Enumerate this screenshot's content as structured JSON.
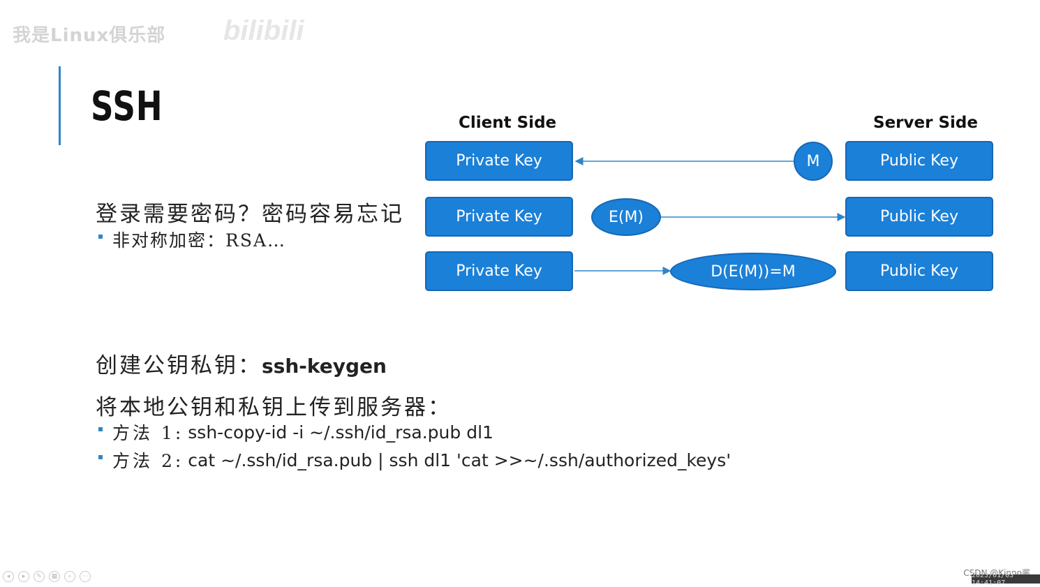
{
  "watermark": {
    "text": "我是Linux俱乐部",
    "logo": "bilibili"
  },
  "slide": {
    "title": "SSH"
  },
  "diagram": {
    "client_heading": "Client Side",
    "server_heading": "Server Side",
    "rows": [
      {
        "left": "Private Key",
        "right": "Public Key",
        "message": "M"
      },
      {
        "left": "Private Key",
        "right": "Public Key",
        "message": "E(M)"
      },
      {
        "left": "Private Key",
        "right": "Public Key",
        "message": "D(E(M))=M"
      }
    ]
  },
  "content": {
    "login_line": "登录需要密码？密码容易忘记",
    "asym_bullet": "非对称加密：RSA…",
    "create_prefix": "创建公钥私钥：",
    "create_cmd": "ssh-keygen",
    "upload_line": "将本地公钥和私钥上传到服务器：",
    "method1_label": "方法 1:",
    "method1_cmd": "ssh-copy-id -i ~/.ssh/id_rsa.pub dl1",
    "method2_label": "方法 2:",
    "method2_cmd": "cat ~/.ssh/id_rsa.pub | ssh dl1 'cat >>~/.ssh/authorized_keys'"
  },
  "footer": {
    "credit": "CSDN @Kinno酱",
    "timestamp": "2023/01/03 14:41:07"
  },
  "colors": {
    "accent": "#2e86c9",
    "box_fill": "#1b80d8",
    "box_border": "#1667b5"
  }
}
